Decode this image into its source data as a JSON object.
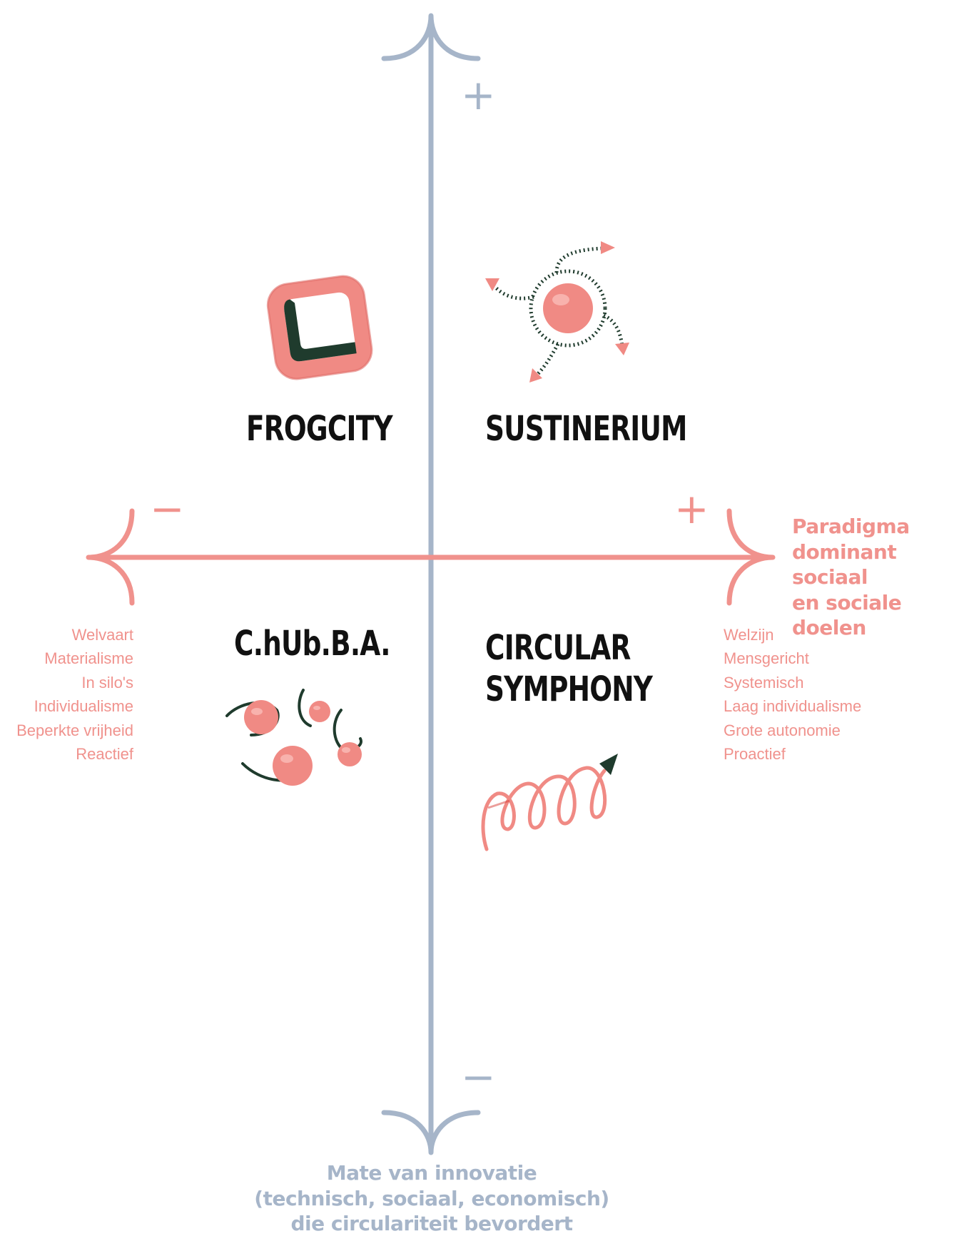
{
  "colors": {
    "horizontal_axis": "#f0928d",
    "vertical_axis": "#a6b5c9",
    "accent_pink": "#f08a84",
    "dark_green": "#1f3b2d",
    "title": "#111111"
  },
  "vertical_axis": {
    "plus": "+",
    "minus": "−",
    "label_lines": [
      "Mate van innovatie",
      "(technisch, sociaal, economisch)",
      "die circulariteit bevordert"
    ]
  },
  "horizontal_axis": {
    "plus": "+",
    "minus": "−",
    "label_lines": [
      "Paradigma",
      "dominant sociaal",
      "en sociale doelen"
    ]
  },
  "quadrants": {
    "top_left": {
      "title": "FROGCITY",
      "icon": "rounded-square-icon"
    },
    "top_right": {
      "title": "SUSTINERIUM",
      "icon": "orbit-arrows-icon"
    },
    "bottom_left": {
      "title": "C.hUb.B.A.",
      "icon": "scattered-spheres-icon"
    },
    "bottom_right": {
      "title_lines": [
        "CIRCULAR",
        "SYMPHONY"
      ],
      "icon": "spiral-arrow-icon"
    }
  },
  "left_list": [
    "Welvaart",
    "Materialisme",
    "In silo's",
    "Individualisme",
    "Beperkte vrijheid",
    "Reactief"
  ],
  "right_list": [
    "Welzijn",
    "Mensgericht",
    "Systemisch",
    "Laag individualisme",
    "Grote autonomie",
    "Proactief"
  ]
}
